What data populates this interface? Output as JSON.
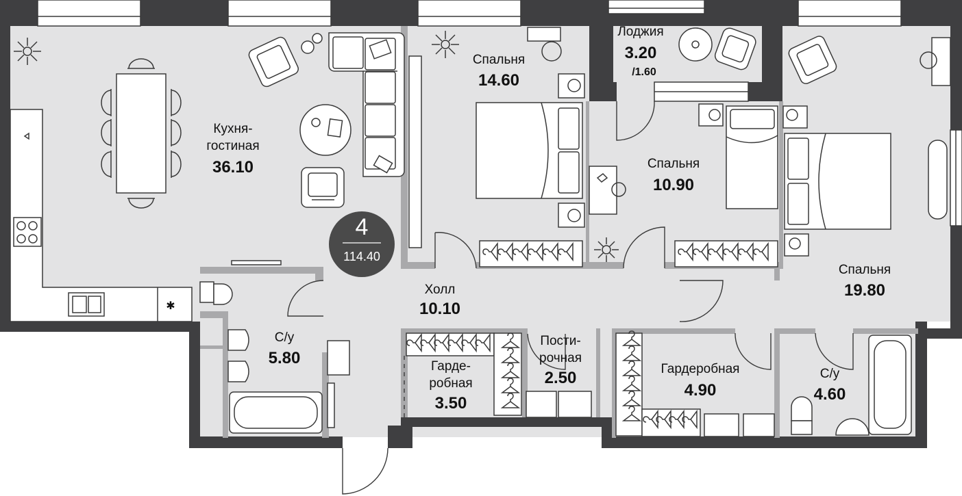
{
  "colors": {
    "floor": "#e3e3e4",
    "wall": "#3f3f41",
    "inner_wall": "#a9a9ab",
    "badge": "#4a4a4a",
    "text": "#111111"
  },
  "badge": {
    "rooms": "4",
    "total_area": "114.40"
  },
  "rooms": [
    {
      "id": "living",
      "name_line1": "Кухня-",
      "name_line2": "гостиная",
      "area": "36.10"
    },
    {
      "id": "bedroom1",
      "name_line1": "Спальня",
      "area": "14.60"
    },
    {
      "id": "loggia",
      "name_line1": "Лоджия",
      "area": "3.20",
      "area_secondary": "/1.60"
    },
    {
      "id": "bedroom2",
      "name_line1": "Спальня",
      "area": "10.90"
    },
    {
      "id": "bedroom3",
      "name_line1": "Спальня",
      "area": "19.80"
    },
    {
      "id": "hall",
      "name_line1": "Холл",
      "area": "10.10"
    },
    {
      "id": "bath1",
      "name_line1": "С/у",
      "area": "5.80"
    },
    {
      "id": "wardrobe1",
      "name_line1": "Гарде-",
      "name_line2": "робная",
      "area": "3.50"
    },
    {
      "id": "laundry",
      "name_line1": "Пости-",
      "name_line2": "рочная",
      "area": "2.50"
    },
    {
      "id": "wardrobe2",
      "name_line1": "Гардеробная",
      "area": "4.90"
    },
    {
      "id": "bath2",
      "name_line1": "С/у",
      "area": "4.60"
    }
  ]
}
